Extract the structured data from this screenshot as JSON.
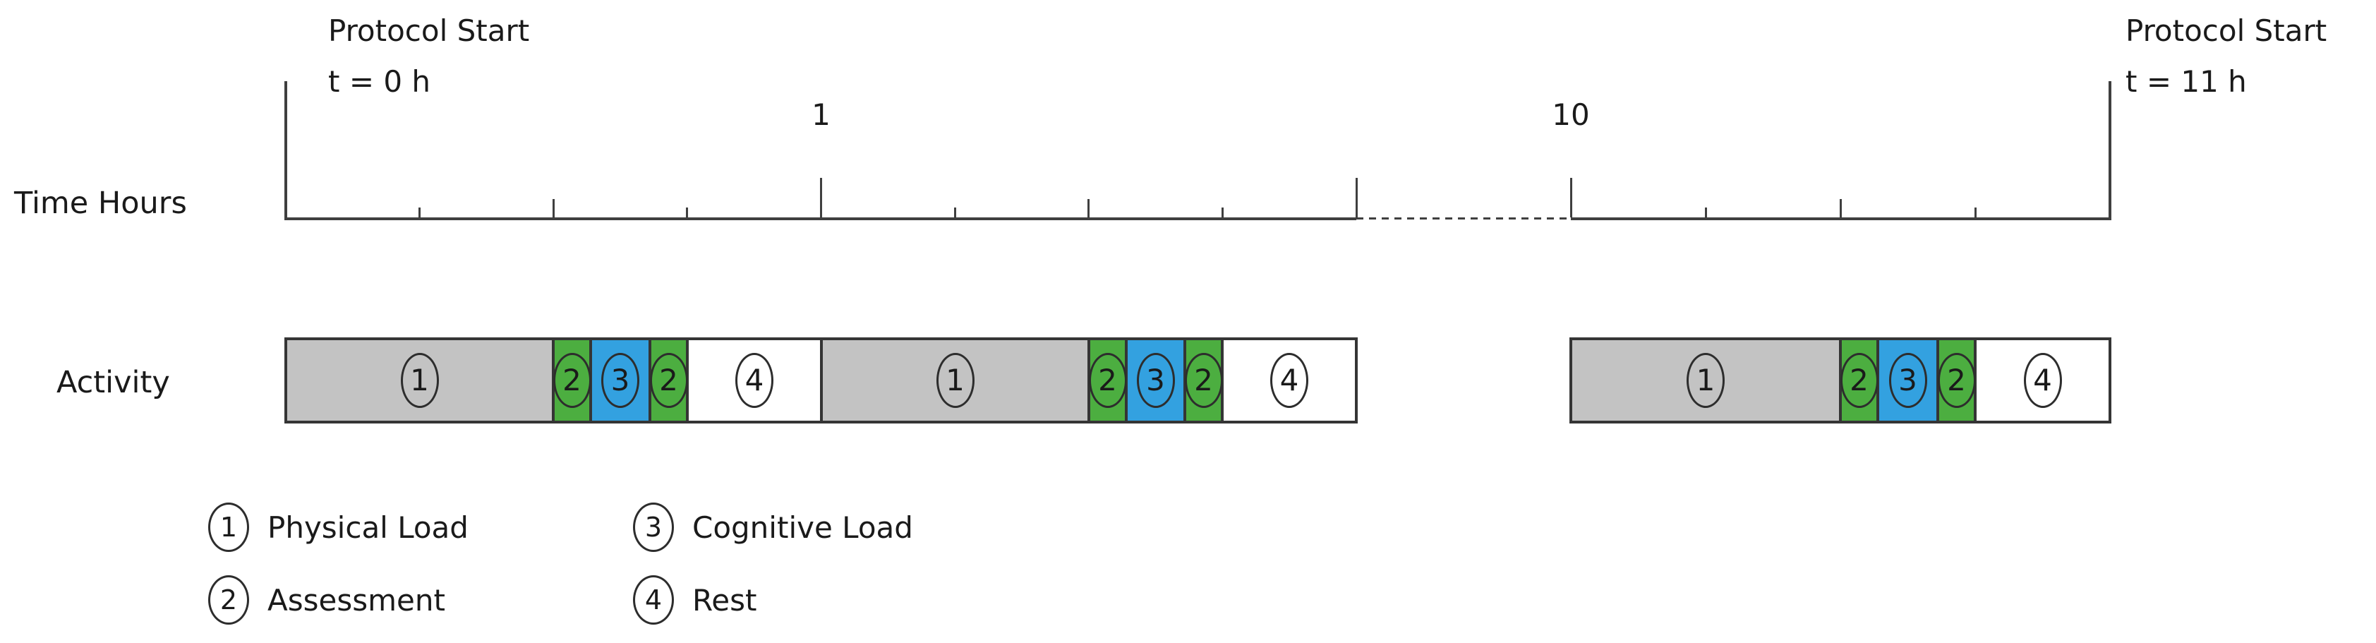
{
  "title_annotations": {
    "start": {
      "line1": "Protocol Start",
      "line2": "t = 0 h"
    },
    "end": {
      "line1": "Protocol Start",
      "line2": "t = 11 h"
    }
  },
  "row_labels": {
    "time_axis": "Time Hours",
    "activity": "Activity"
  },
  "timeline": {
    "unit": "hours",
    "total_hours": 11,
    "segments": [
      {
        "t1": 0,
        "t2": 2,
        "style": "solid"
      },
      {
        "t1": 2,
        "t2": 10,
        "style": "dashed",
        "note": "hours 2-10 omitted"
      },
      {
        "t1": 10,
        "t2": 11,
        "style": "solid"
      }
    ],
    "boundaries": [
      {
        "t": 0
      },
      {
        "t": 11
      }
    ],
    "hour_labels": [
      {
        "t": 1,
        "text": "1"
      },
      {
        "t": 10,
        "text": "10"
      }
    ],
    "ticks": [
      {
        "t": 0.25,
        "size": "small"
      },
      {
        "t": 0.5,
        "size": "medium"
      },
      {
        "t": 0.75,
        "size": "small"
      },
      {
        "t": 1,
        "size": "tall"
      },
      {
        "t": 1.25,
        "size": "small"
      },
      {
        "t": 1.5,
        "size": "medium"
      },
      {
        "t": 1.75,
        "size": "small"
      },
      {
        "t": 2,
        "size": "tall"
      },
      {
        "t": 10,
        "size": "tall"
      },
      {
        "t": 10.25,
        "size": "small"
      },
      {
        "t": 10.5,
        "size": "medium"
      },
      {
        "t": 10.75,
        "size": "small"
      }
    ]
  },
  "activities": {
    "types": {
      "1": {
        "label": "Physical Load",
        "slug": "physical-load",
        "color": "#c3c3c3"
      },
      "2": {
        "label": "Assessment",
        "slug": "assessment",
        "color": "#4cae40"
      },
      "3": {
        "label": "Cognitive Load",
        "slug": "cognitive-load",
        "color": "#33a1e0"
      },
      "4": {
        "label": "Rest",
        "slug": "rest",
        "color": "#ffffff"
      }
    },
    "cycle_blocks": [
      {
        "type": "1",
        "duration_h": 0.5
      },
      {
        "type": "2",
        "duration_h": 0.07
      },
      {
        "type": "3",
        "duration_h": 0.11
      },
      {
        "type": "2",
        "duration_h": 0.07
      },
      {
        "type": "4",
        "duration_h": 0.25
      }
    ],
    "groups": [
      {
        "cycle_starts": [
          0,
          1
        ]
      },
      {
        "cycle_starts": [
          10
        ]
      }
    ]
  },
  "legend": {
    "items": [
      {
        "num": "1",
        "label": "Physical Load"
      },
      {
        "num": "2",
        "label": "Assessment"
      },
      {
        "num": "3",
        "label": "Cognitive Load"
      },
      {
        "num": "4",
        "label": "Rest"
      }
    ]
  },
  "colors": {
    "axis": "#3f3f3f",
    "block_border": "#353535",
    "text": "#1a1a1a",
    "physical_load_gray": "#c3c3c3",
    "assessment_green": "#4cae40",
    "cognitive_load_blue": "#33a1e0",
    "rest_white": "#ffffff"
  }
}
